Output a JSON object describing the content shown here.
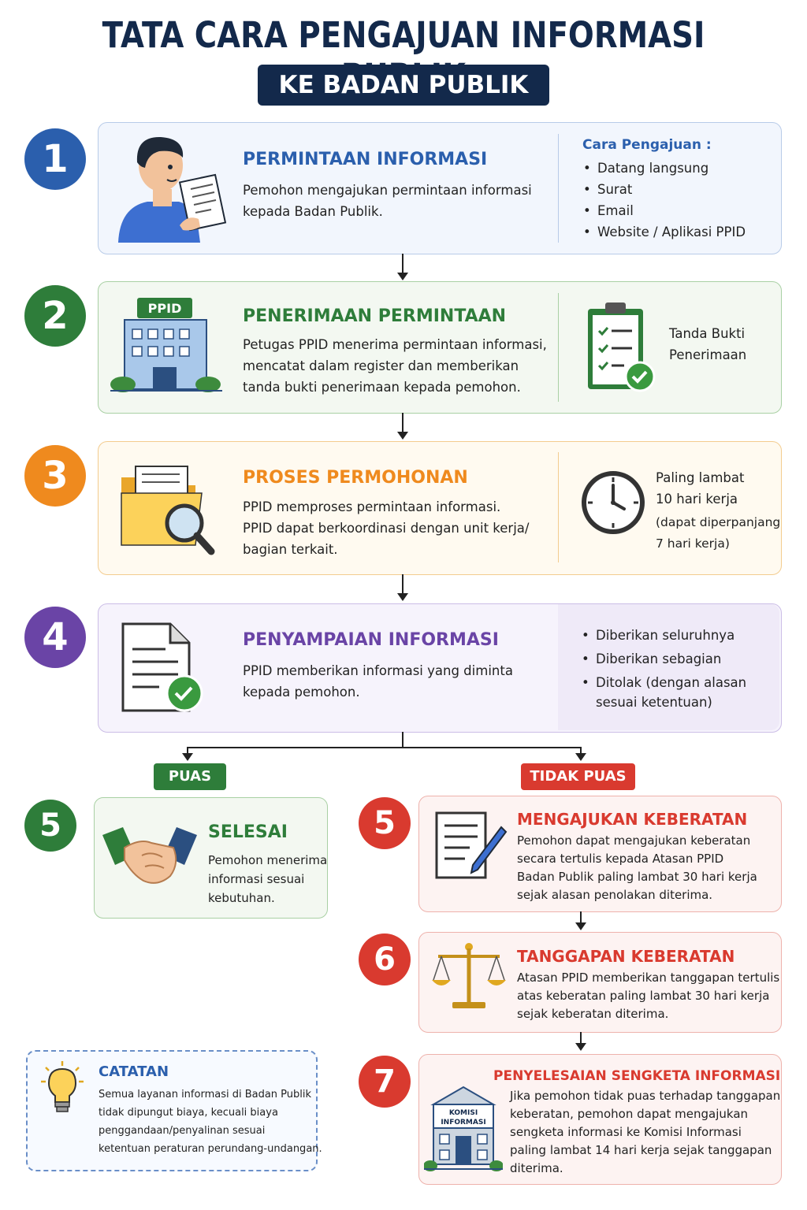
{
  "header": {
    "title": "TATA CARA PENGAJUAN INFORMASI PUBLIK",
    "subtitle": "KE BADAN PUBLIK"
  },
  "colors": {
    "navy": "#13294b",
    "blue": "#2b5fad",
    "green": "#2e7d3a",
    "orange": "#ef8a1e",
    "purple": "#6a44a6",
    "red": "#d93a2f"
  },
  "steps": [
    {
      "number": "1",
      "title": "PERMINTAAN INFORMASI",
      "desc": [
        "Pemohon mengajukan permintaan informasi",
        "kepada Badan Publik."
      ],
      "side_title": "Cara Pengajuan :",
      "side_items": [
        "Datang langsung",
        "Surat",
        "Email",
        "Website / Aplikasi PPID"
      ],
      "icon": "person-reading-document-icon"
    },
    {
      "number": "2",
      "title": "PENERIMAAN PERMINTAAN",
      "desc": [
        "Petugas PPID menerima permintaan informasi,",
        "mencatat dalam register dan memberikan",
        "tanda bukti penerimaan kepada pemohon."
      ],
      "building_sign": "PPID",
      "side_text": [
        "Tanda Bukti",
        "Penerimaan"
      ],
      "icon": "ppid-building-icon"
    },
    {
      "number": "3",
      "title": "PROSES PERMOHONAN",
      "desc": [
        "PPID memproses permintaan informasi.",
        "PPID dapat berkoordinasi dengan unit kerja/",
        "bagian terkait."
      ],
      "side_text": [
        "Paling lambat",
        "10 hari kerja"
      ],
      "side_note": [
        "(dapat diperpanjang",
        "7 hari kerja)"
      ],
      "icon": "folder-magnifier-icon"
    },
    {
      "number": "4",
      "title": "PENYAMPAIAN INFORMASI",
      "desc": [
        "PPID memberikan informasi yang diminta",
        "kepada pemohon."
      ],
      "side_items": [
        "Diberikan seluruhnya",
        "Diberikan sebagian",
        "Ditolak (dengan alasan"
      ],
      "side_items_cont": "sesuai ketentuan)",
      "icon": "document-check-icon"
    }
  ],
  "branches": {
    "satisfied_label": "PUAS",
    "unsatisfied_label": "TIDAK PUAS"
  },
  "done": {
    "number": "5",
    "title": "SELESAI",
    "desc": [
      "Pemohon menerima",
      "informasi sesuai",
      "kebutuhan."
    ]
  },
  "objection": [
    {
      "number": "5",
      "title": "MENGAJUKAN KEBERATAN",
      "desc": [
        "Pemohon dapat mengajukan keberatan",
        "secara tertulis kepada Atasan PPID",
        "Badan Publik paling lambat 30 hari kerja",
        "sejak alasan penolakan diterima."
      ]
    },
    {
      "number": "6",
      "title": "TANGGAPAN KEBERATAN",
      "desc": [
        "Atasan PPID memberikan tanggapan tertulis",
        "atas keberatan paling lambat 30 hari kerja",
        "sejak keberatan diterima."
      ]
    },
    {
      "number": "7",
      "title": "PENYELESAIAN SENGKETA INFORMASI",
      "desc": [
        "Jika pemohon tidak puas terhadap tanggapan",
        "keberatan, pemohon dapat mengajukan",
        "sengketa informasi ke Komisi Informasi",
        "paling lambat 14 hari kerja sejak tanggapan",
        "diterima."
      ],
      "building_sign": [
        "KOMISI",
        "INFORMASI"
      ]
    }
  ],
  "note": {
    "title": "CATATAN",
    "lines": [
      "Semua layanan informasi di Badan Publik",
      "tidak dipungut biaya, kecuali biaya",
      "penggandaan/penyalinan sesuai",
      "ketentuan peraturan perundang-undangan."
    ]
  }
}
